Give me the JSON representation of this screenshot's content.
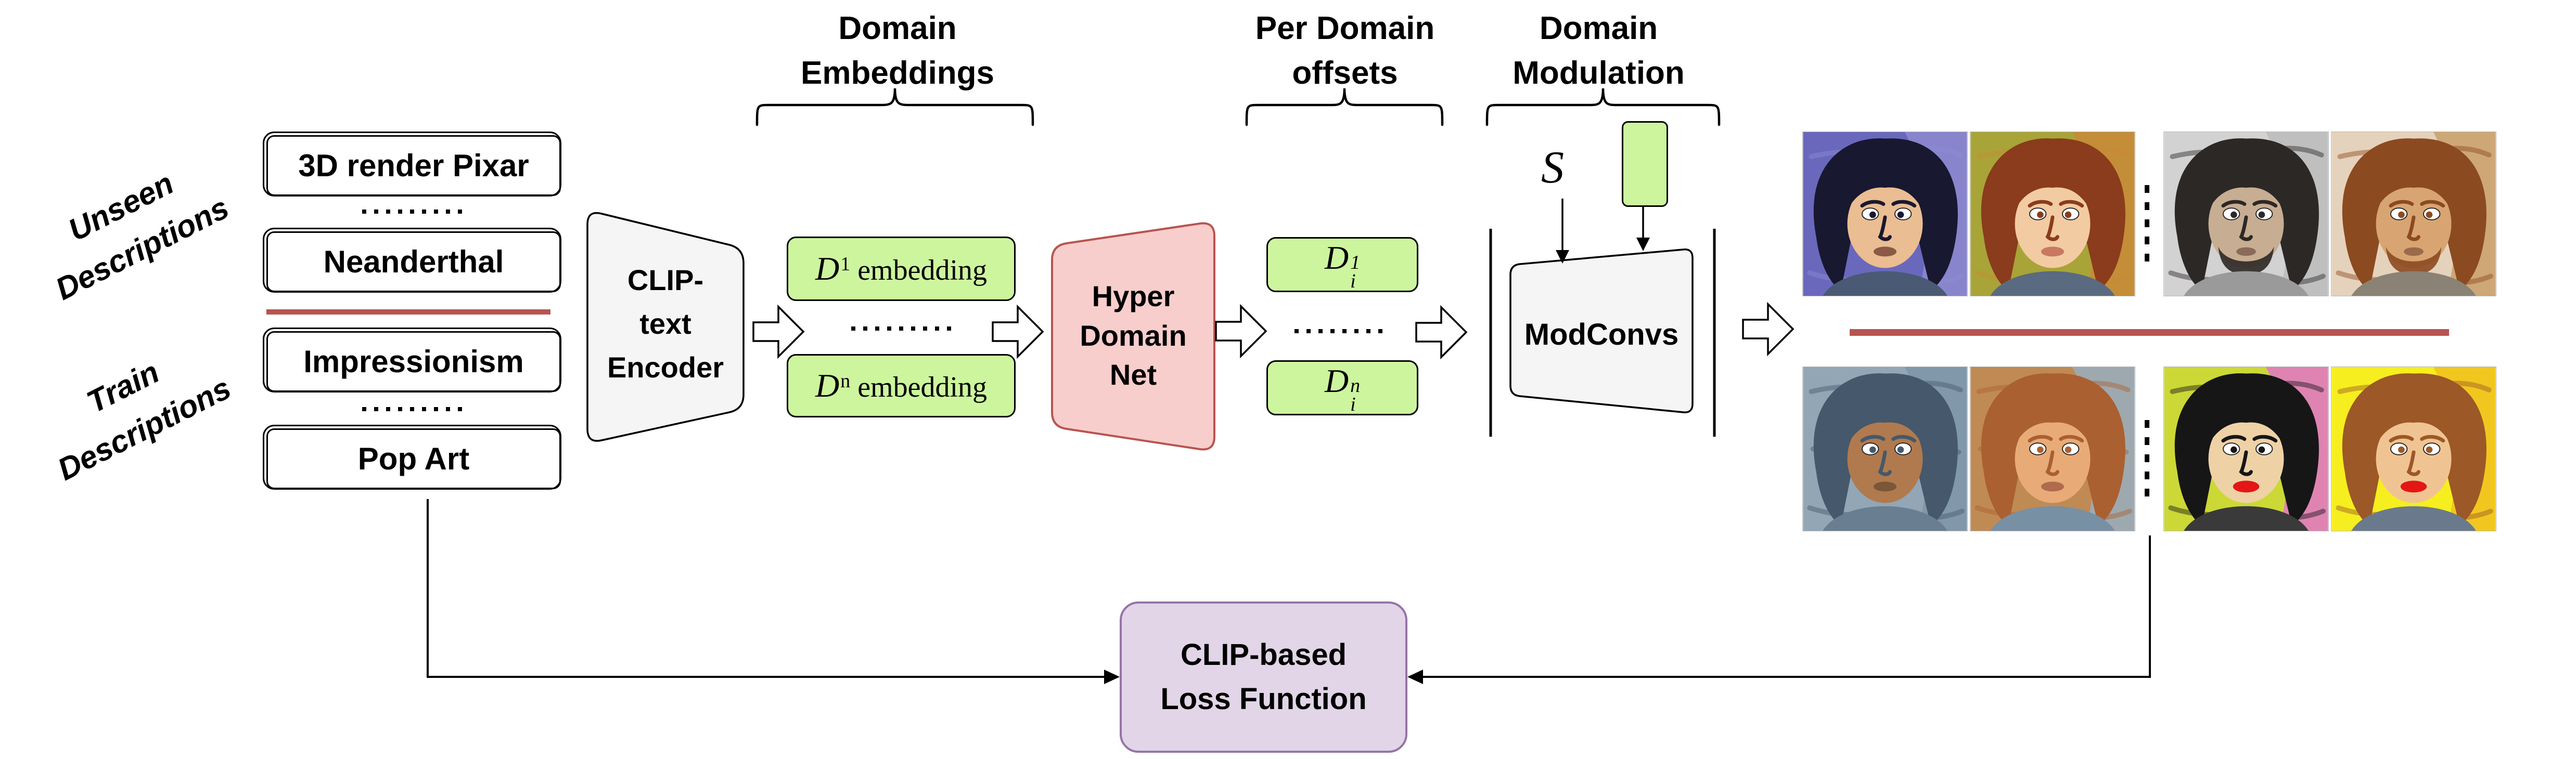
{
  "groups": {
    "unseen": {
      "line1": "Unseen",
      "line2": "Descriptions"
    },
    "train": {
      "line1": "Train",
      "line2": "Descriptions"
    }
  },
  "description_boxes": {
    "pixar": "3D render Pixar",
    "neanderthal": "Neanderthal",
    "impressionism": "Impressionism",
    "popart": "Pop Art"
  },
  "encoder": {
    "line1": "CLIP-",
    "line2": "text",
    "line3": "Encoder"
  },
  "headers": {
    "embeddings": {
      "line1": "Domain",
      "line2": "Embeddings"
    },
    "offsets": {
      "line1": "Per Domain",
      "line2": "offsets"
    },
    "modulation": {
      "line1": "Domain",
      "line2": "Modulation"
    }
  },
  "embeddings": {
    "box1": {
      "base": "D",
      "sup": "1",
      "label": "embedding"
    },
    "boxn": {
      "base": "D",
      "sup": "n",
      "label": "embedding"
    }
  },
  "hyper_net": {
    "line1": "Hyper",
    "line2": "Domain",
    "line3": "Net"
  },
  "offsets": {
    "box1": {
      "base": "D",
      "sup": "1",
      "sub": "i"
    },
    "boxn": {
      "base": "D",
      "sup": "n",
      "sub": "i"
    }
  },
  "modulation": {
    "s_label": "S",
    "convs_label": "ModConvs"
  },
  "loss": {
    "line1": "CLIP-based",
    "line2": "Loss Function"
  },
  "colors": {
    "green": "#cdf59e",
    "pink_fill": "#f8cecc",
    "pink_border": "#b85450",
    "gray_fill": "#f5f5f5",
    "purple_fill": "#e1d5e7",
    "purple_border": "#9673a6",
    "red_line": "#b85450",
    "black": "#000000"
  },
  "faces": {
    "items": [
      {
        "name": "pixar-style-portrait-male",
        "palette": {
          "bg": "#6a68bc",
          "accent": "#8d8bd0",
          "hair": "#181830",
          "skin": "#eabd92",
          "lips": "#8a5a46",
          "shirt": "#4a5a74"
        }
      },
      {
        "name": "pixar-style-portrait-female",
        "palette": {
          "bg": "#a8a438",
          "accent": "#c98a38",
          "hair": "#8a3c1c",
          "skin": "#f2cba2",
          "lips": "#c97862",
          "shirt": "#5a6a80"
        }
      },
      {
        "name": "neanderthal-sketch-portrait",
        "palette": {
          "bg": "#d2d2d2",
          "accent": "#bcbcbc",
          "hair": "#2c2826",
          "skin": "#c7ad92",
          "lips": "#8a6a58",
          "shirt": "#9a9a9a"
        }
      },
      {
        "name": "neanderthal-color-portrait",
        "palette": {
          "bg": "#e5d2bc",
          "accent": "#caa06a",
          "hair": "#8c4a20",
          "skin": "#d8a572",
          "lips": "#9a6a4a",
          "shirt": "#8a8274"
        }
      },
      {
        "name": "impressionism-portrait-male",
        "palette": {
          "bg": "#92a6b6",
          "accent": "#7e94a8",
          "hair": "#45586c",
          "skin": "#b07a4e",
          "lips": "#7c5638",
          "shirt": "#6a7e92"
        }
      },
      {
        "name": "impressionism-portrait-female",
        "palette": {
          "bg": "#c08a54",
          "accent": "#98aec0",
          "hair": "#aa6030",
          "skin": "#e8ab78",
          "lips": "#b06a4e",
          "shirt": "#7890a4"
        }
      },
      {
        "name": "pop-art-portrait-1",
        "palette": {
          "bg": "#ccd836",
          "accent": "#e276c8",
          "hair": "#161616",
          "skin": "#eed2a6",
          "lips": "#e41616",
          "shirt": "#3a3a3a"
        }
      },
      {
        "name": "pop-art-portrait-2",
        "palette": {
          "bg": "#f6ee1e",
          "accent": "#f0c020",
          "hair": "#9c5826",
          "skin": "#f0c492",
          "lips": "#e41616",
          "shirt": "#6a7a8c"
        }
      }
    ]
  }
}
